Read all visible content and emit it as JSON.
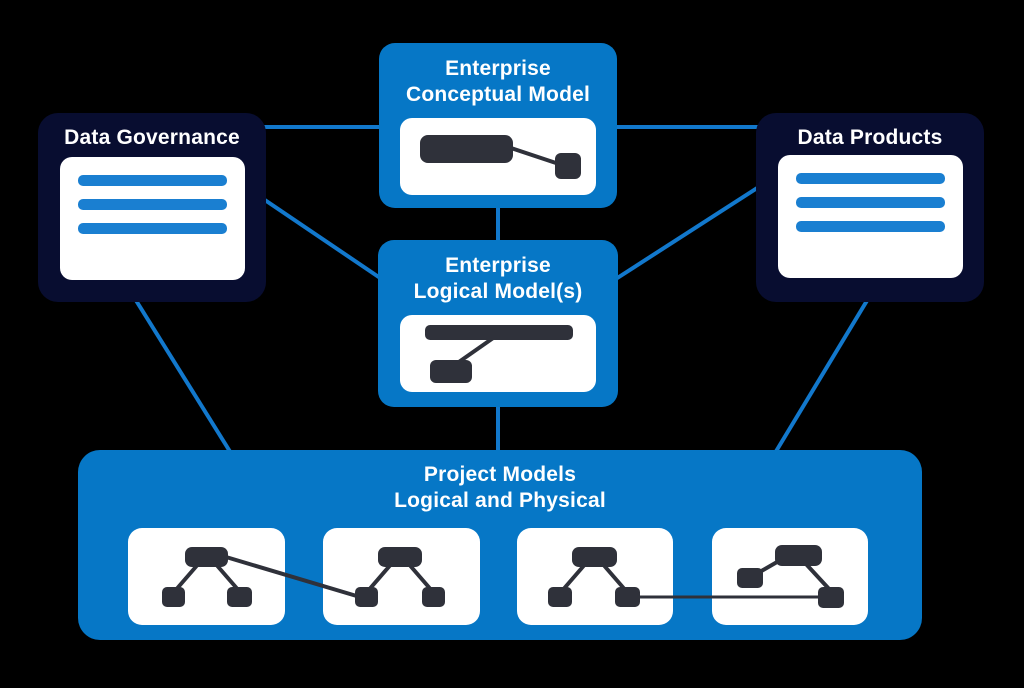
{
  "diagram": {
    "background_color": "#000000",
    "colors": {
      "box_blue": "#0677C6",
      "box_navy": "#080D30",
      "card_white": "#FFFFFF",
      "list_bar_blue": "#1A7FD1",
      "shape_dark": "#2F313A",
      "connector_blue": "#1278CC",
      "title_text": "#FFFFFF"
    },
    "nodes": {
      "conceptual": {
        "title_line1": "Enterprise",
        "title_line2": "Conceptual Model",
        "icon": "entity-relationship-icon"
      },
      "governance": {
        "title": "Data Governance",
        "icon": "document-list-icon"
      },
      "products": {
        "title": "Data Products",
        "icon": "document-list-icon"
      },
      "logical": {
        "title_line1": "Enterprise",
        "title_line2": "Logical Model(s)",
        "icon": "table-relationship-icon"
      },
      "project": {
        "title_line1": "Project Models",
        "title_line2": "Logical and Physical",
        "icon": "model-tree-icon"
      }
    },
    "edges": [
      {
        "from": "governance",
        "to": "conceptual"
      },
      {
        "from": "conceptual",
        "to": "products"
      },
      {
        "from": "conceptual",
        "to": "logical"
      },
      {
        "from": "governance",
        "to": "logical"
      },
      {
        "from": "logical",
        "to": "products"
      },
      {
        "from": "governance",
        "to": "project"
      },
      {
        "from": "logical",
        "to": "project"
      },
      {
        "from": "products",
        "to": "project"
      }
    ]
  }
}
